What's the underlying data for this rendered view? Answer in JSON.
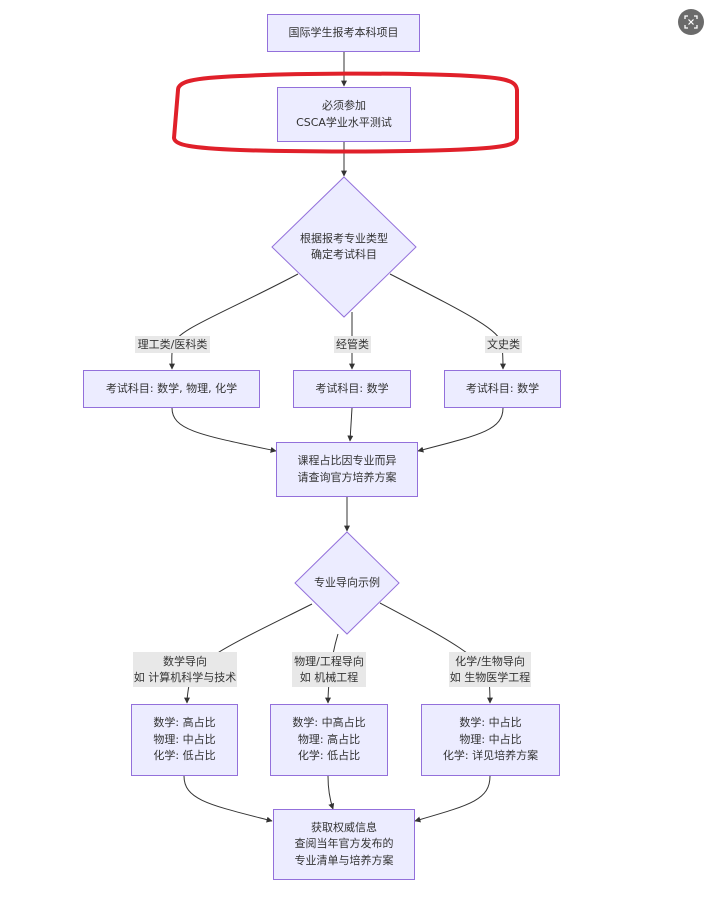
{
  "diagram": {
    "nodes": {
      "start": {
        "lines": [
          "国际学生报考本科项目"
        ]
      },
      "csca": {
        "lines": [
          "必须参加",
          "CSCA学业水平测试"
        ],
        "highlighted": true
      },
      "decision_subjects": {
        "lines": [
          "根据报考专业类型",
          "确定考试科目"
        ]
      },
      "subjects_science": {
        "lines": [
          "考试科目: 数学, 物理, 化学"
        ]
      },
      "subjects_business": {
        "lines": [
          "考试科目: 数学"
        ]
      },
      "subjects_humanities": {
        "lines": [
          "考试科目: 数学"
        ]
      },
      "course_ratio": {
        "lines": [
          "课程占比因专业而异",
          "请查询官方培养方案"
        ]
      },
      "decision_examples": {
        "lines": [
          "专业导向示例"
        ]
      },
      "ratio_math": {
        "lines": [
          "数学: 高占比",
          "物理: 中占比",
          "化学: 低占比"
        ]
      },
      "ratio_physics": {
        "lines": [
          "数学: 中高占比",
          "物理: 高占比",
          "化学: 低占比"
        ]
      },
      "ratio_chem": {
        "lines": [
          "数学: 中占比",
          "物理: 中占比",
          "化学: 详见培养方案"
        ]
      },
      "final": {
        "lines": [
          "获取权威信息",
          "查阅当年官方发布的",
          "专业清单与培养方案"
        ]
      }
    },
    "edge_labels": {
      "science": {
        "lines": [
          "理工类/医科类"
        ]
      },
      "business": {
        "lines": [
          "经管类"
        ]
      },
      "humanities": {
        "lines": [
          "文史类"
        ]
      },
      "math_oriented": {
        "lines": [
          "数学导向",
          "如 计算机科学与技术"
        ]
      },
      "physics_oriented": {
        "lines": [
          "物理/工程导向",
          "如 机械工程"
        ]
      },
      "chem_oriented": {
        "lines": [
          "化学/生物导向",
          "如 生物医学工程"
        ]
      }
    },
    "colors": {
      "node_fill": "#ECECFF",
      "node_border": "#9370DB",
      "edge": "#333333",
      "highlight": "#E0202A",
      "edge_label_bg": "#e8e8e8"
    }
  },
  "toolbar": {
    "expand_icon": "fullscreen-icon"
  }
}
